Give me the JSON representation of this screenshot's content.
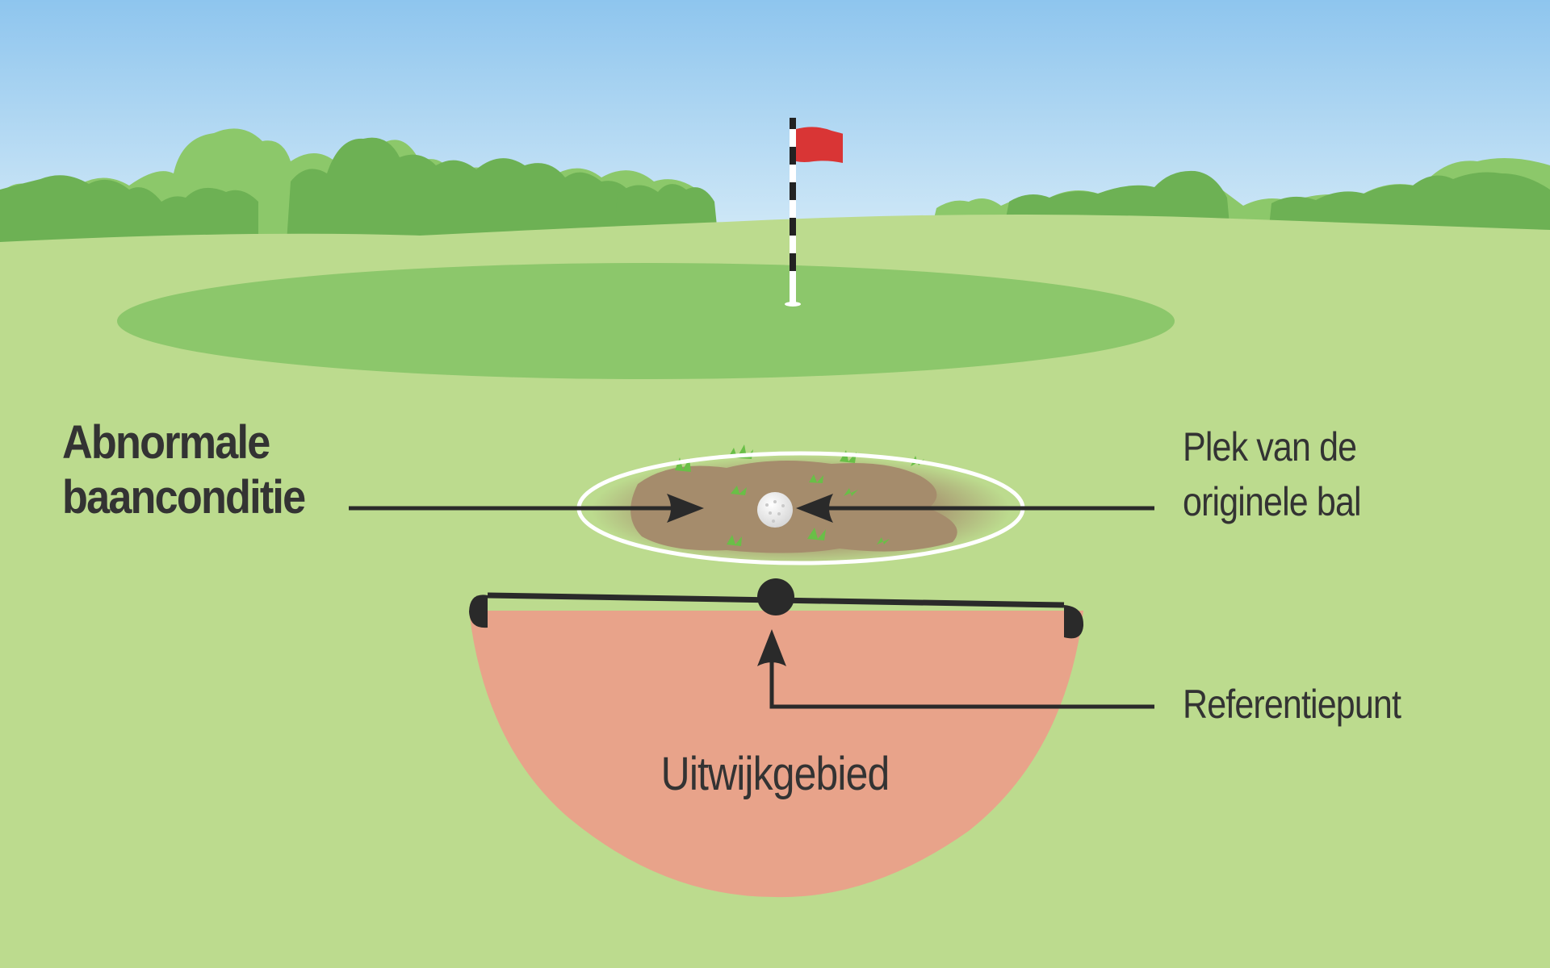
{
  "labels": {
    "abnormal_condition_line1": "Abnormale",
    "abnormal_condition_line2": "baanconditie",
    "original_ball_spot_line1": "Plek van de",
    "original_ball_spot_line2": "originele bal",
    "reference_point": "Referentiepunt",
    "relief_area": "Uitwijkgebied"
  },
  "colors": {
    "sky_top": "#8ec5ee",
    "sky_bottom": "#d7ecf7",
    "fairway": "#bcdb8e",
    "green": "#8cc76b",
    "trees_light": "#8cc86a",
    "trees_dark": "#6db154",
    "flag": "#d93535",
    "mud": "#a88f6e",
    "relief_area": "#e8a38a",
    "lines": "#2a2a2a",
    "text": "#333333"
  }
}
